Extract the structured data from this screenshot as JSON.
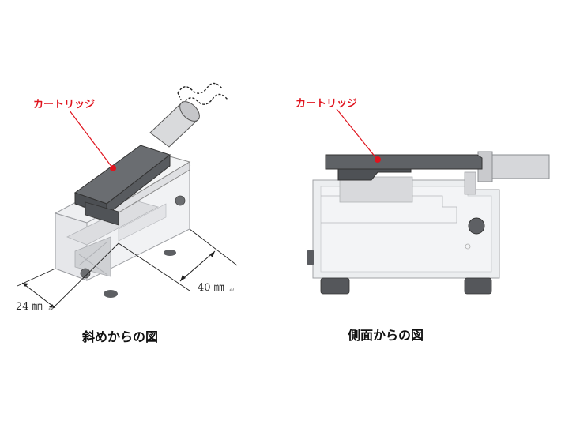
{
  "left_view": {
    "cartridge_label": "カートリッジ",
    "dim_width": "24 ㎜",
    "dim_length": "40 ㎜",
    "caption": "斜めからの図"
  },
  "right_view": {
    "cartridge_label": "カートリッジ",
    "caption": "側面からの図"
  },
  "colors": {
    "label_red": "#e0141e",
    "cartridge_gray": "#5a5d61",
    "body_translucent": "#e9eaec"
  },
  "icons": {
    "return_mark": "↵"
  }
}
